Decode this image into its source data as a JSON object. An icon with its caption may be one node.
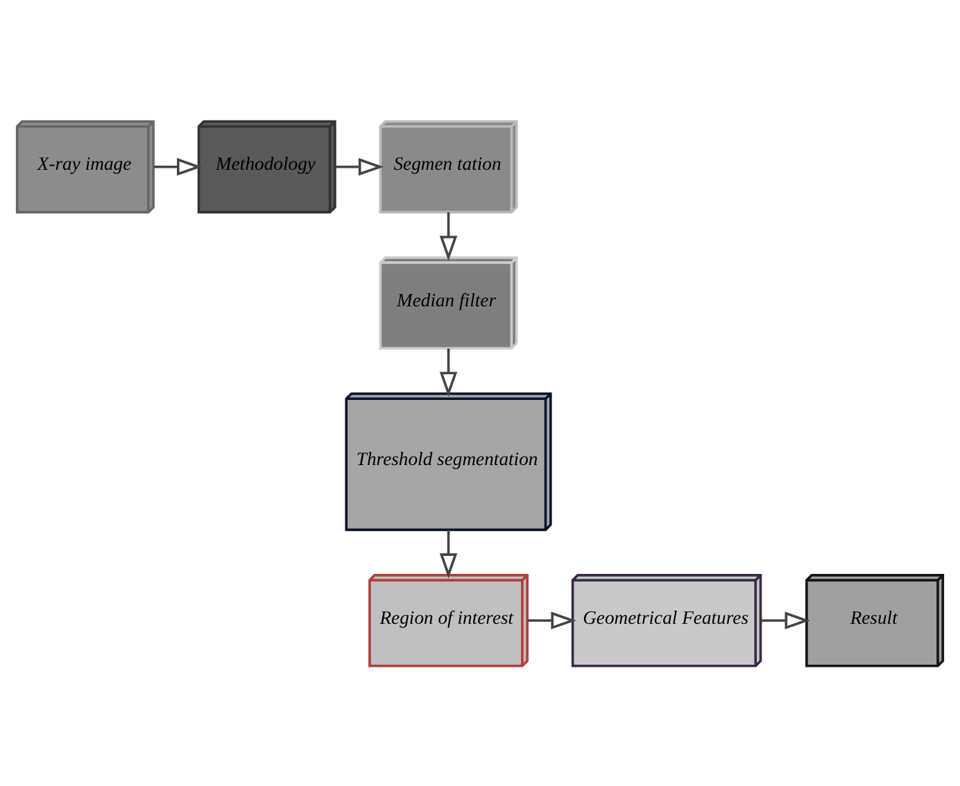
{
  "diagram": {
    "nodes": [
      {
        "text": [
          "X-ray image"
        ]
      },
      {
        "text": [
          "Methodology"
        ]
      },
      {
        "text": [
          "Segmen tation"
        ]
      },
      {
        "text": [
          "Median filter"
        ]
      },
      {
        "text": [
          "Threshold segmentation"
        ]
      },
      {
        "text": [
          "Region of interest"
        ]
      },
      {
        "text": [
          "Geometrical Features"
        ]
      },
      {
        "text": [
          "Result"
        ]
      }
    ],
    "edges": [
      {
        "from": 0,
        "to": 1,
        "arrow": "to"
      },
      {
        "from": 1,
        "to": 2,
        "arrow": "to"
      },
      {
        "from": 2,
        "to": 3,
        "arrow": "to"
      },
      {
        "from": 3,
        "to": 4,
        "arrow": "to"
      },
      {
        "from": 4,
        "to": 5,
        "arrow": "to"
      },
      {
        "from": 5,
        "to": 6,
        "arrow": "to"
      },
      {
        "from": 6,
        "to": 7,
        "arrow": "to"
      }
    ]
  }
}
